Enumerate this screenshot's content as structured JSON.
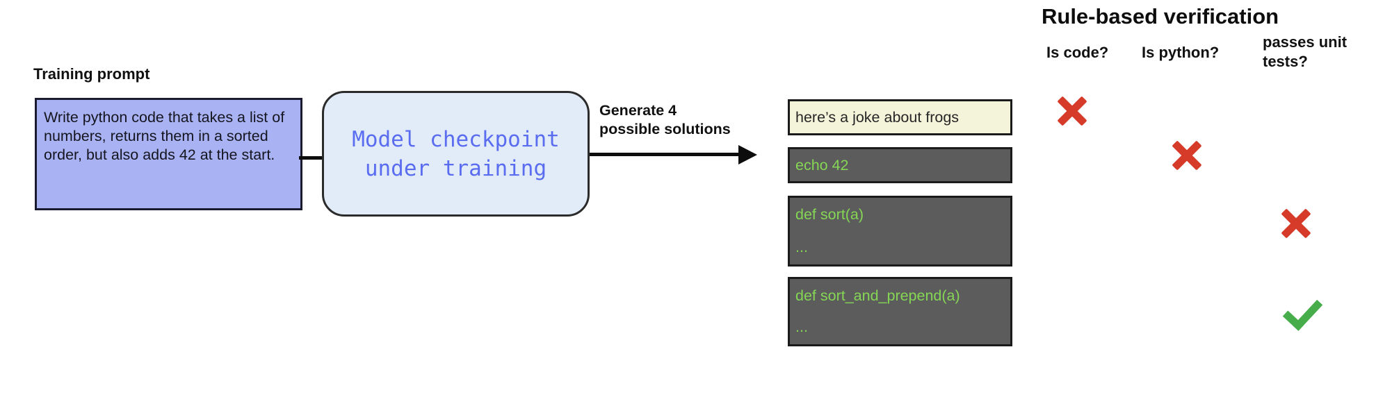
{
  "diagram": {
    "training_prompt": {
      "label": "Training prompt",
      "text": "Write python code that takes a list of numbers, returns them in a sorted order, but also adds 42 at the start."
    },
    "model_box": {
      "line1": "Model checkpoint",
      "line2": "under training"
    },
    "arrow_label": {
      "line1": "Generate 4",
      "line2": "possible solutions"
    },
    "solutions": [
      {
        "type": "plain",
        "lines": [
          "here’s a joke about frogs"
        ]
      },
      {
        "type": "code",
        "lines": [
          "echo 42"
        ]
      },
      {
        "type": "code",
        "lines": [
          "def sort(a)",
          "..."
        ]
      },
      {
        "type": "code",
        "lines": [
          "def sort_and_prepend(a)",
          "..."
        ]
      }
    ],
    "verification": {
      "title": "Rule-based verification",
      "columns": [
        "Is code?",
        "Is python?",
        "passes unit tests?"
      ],
      "marks": [
        {
          "row": 1,
          "column": "Is code?",
          "result": "fail",
          "icon": "x-mark-icon"
        },
        {
          "row": 2,
          "column": "Is python?",
          "result": "fail",
          "icon": "x-mark-icon"
        },
        {
          "row": 3,
          "column": "passes unit tests?",
          "result": "fail",
          "icon": "x-mark-icon"
        },
        {
          "row": 4,
          "column": "passes unit tests?",
          "result": "pass",
          "icon": "check-mark-icon"
        }
      ]
    },
    "colors": {
      "fail_red": "#d63b2a",
      "pass_green": "#47ad4b",
      "code_text_green": "#85d655",
      "prompt_box_bg": "#a9b2f3",
      "model_box_bg": "#e2ecf9",
      "model_text_blue": "#5a6cf0",
      "solution_dark_bg": "#5c5c5c",
      "solution_plain_bg": "#f4f4da"
    }
  }
}
